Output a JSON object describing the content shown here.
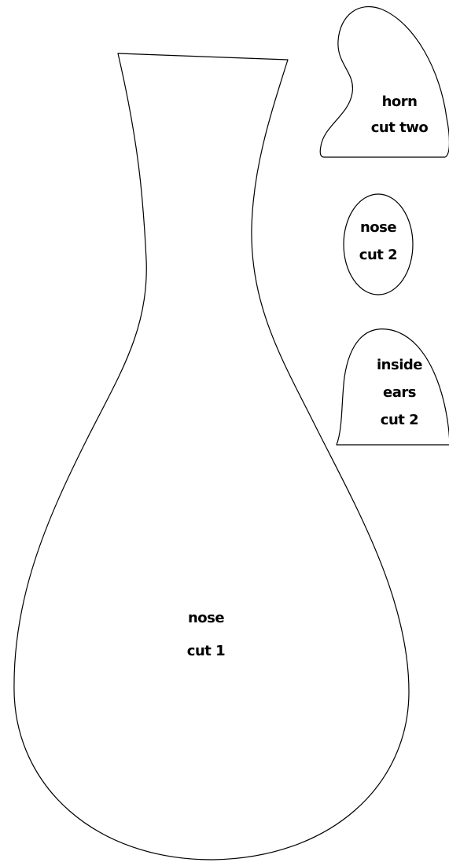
{
  "pieces": {
    "horn": {
      "line1": "horn",
      "line2": "cut two"
    },
    "nose_small": {
      "line1": "nose",
      "line2": "cut 2"
    },
    "inside_ears": {
      "line1": "inside",
      "line2": "ears",
      "line3": "cut 2"
    },
    "nose_large": {
      "line1": "nose",
      "line2": "cut 1"
    }
  },
  "colors": {
    "outline": "#000000",
    "background": "#ffffff",
    "text": "#000000"
  }
}
